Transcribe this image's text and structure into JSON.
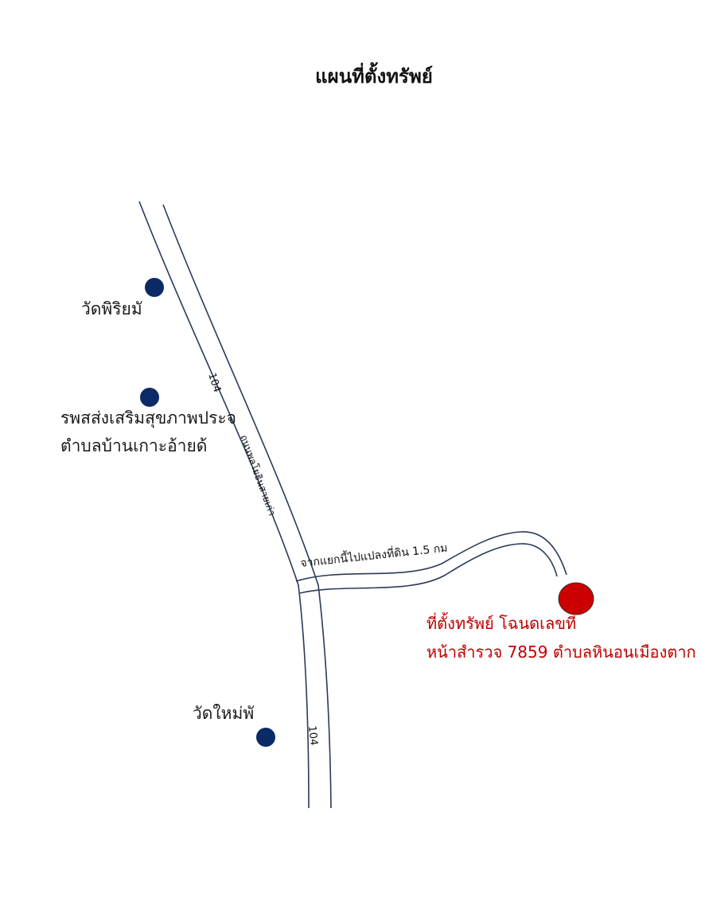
{
  "map": {
    "title": "แผนที่ตั้งทรัพย์",
    "road": {
      "number_top": "104",
      "number_bottom": "104",
      "name": "ถนนพลโยธินสายเก่า"
    },
    "branch_road_label": "จากแยกนี้ไปแปลงที่ดิน 1.5 กม",
    "landmarks": [
      {
        "name_lines": [
          "วัดพิริยมั"
        ]
      },
      {
        "name_lines": [
          "รพสส่งเสริมสุขภาพประจ",
          "ตำบลบ้านเกาะอ้ายด้"
        ]
      },
      {
        "name_lines": [
          "วัดใหม่พั"
        ]
      }
    ],
    "destination": {
      "lines": [
        "ที่ตั้งทรัพย์ โฉนดเลขที่",
        "หน้าสำรวจ 7859 ตำบลหินอนเมืองตาก"
      ]
    },
    "colors": {
      "landmark_marker": "#0b2a66",
      "destination_marker": "#cc0000",
      "destination_text": "#c00000",
      "road_line": "#2a3a5c"
    }
  }
}
